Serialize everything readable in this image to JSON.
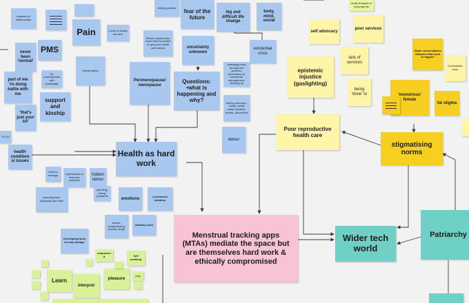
{
  "notes": {
    "impacts_relationships": "impacts on relationships",
    "pain": "Pain",
    "small_pain_note": "Lorem to shape and text",
    "feeling_positive": "feeling positive",
    "fear_future": "fear of the future",
    "big_difficult": "big and difficult life change",
    "body_mind_social": "body, mind, social",
    "top_faint": "small changes to everyday life",
    "self_advocacy": "self advocacy",
    "poor_services": "poor services",
    "never_normal": "never been 'normal'",
    "pms": "PMS",
    "where_experiences": "Where experiences mean hard to predict or get good health care advice",
    "uncertainty": "uncertainty unknown",
    "managing_risks": "managing risks through the process, precautions & menstrual management, stocking up",
    "existential": "existential crisis",
    "epistemic": "epistemic injustice (gaslighting)",
    "lack_services": "lack of services",
    "stops_conversations": "Stops conversations /libraries that need to happen",
    "controllable_body": "Controllable body",
    "part_of_me": "part of me Vs doing battle with me",
    "no_professionals": "No professionals with knowledge",
    "menstruation": "menstruation",
    "perimenopause": "Perimenopause/ menopause",
    "questions": "Questions: •what is happening and why?",
    "feeling_unknown": "feeling unknown, lonely, social tasks, isolated, bodies, discomfort",
    "being_done": "being 'done' to",
    "monstrous": "'monstrous' female",
    "fat_stigma": "fat stigma",
    "support_kinship": "support and kinship",
    "thats_just": "'that's just your lot'",
    "poor_reproductive": "Poor reproductive health care",
    "labour": "labour",
    "pcos": "PCOS",
    "stigmatising": "stigmatising norms",
    "health_conditions": "health conditions/ issues",
    "health_hard_work": "Health as hard work",
    "hidden_labour": "hidden labour",
    "need_to": "need to manage",
    "expectations": "expectations to find own solutions",
    "spending_time": "spending time shopping and visits",
    "emotions": "emotions",
    "loneliness": "Loneliness/ Isolation",
    "planning": "planning, being prepared",
    "shame": "shame, embarrassing, anxiety, anger",
    "intimacy": "intimacy work",
    "mtas": "Menstrual tracking apps (MTAs) mediate the space but are themselves hard work & ethically compromised",
    "wider_tech": "Wider tech world",
    "patriarchy": "Patriarchy",
    "developing_tools": "Developing tools to help manage",
    "empowered": "empowered",
    "self_soothing": "Self soothing",
    "learn": "Learn",
    "interpret": "interpret",
    "pleasure": "pleasure",
    "play": "play"
  },
  "colors": {
    "blue": "#a8c8f0",
    "yellow": "#fff5a8",
    "gold": "#f6cf20",
    "teal": "#6fd0c6",
    "pink": "#f9c3d6",
    "green": "#d9f299",
    "connector": "#3a3a3a"
  }
}
